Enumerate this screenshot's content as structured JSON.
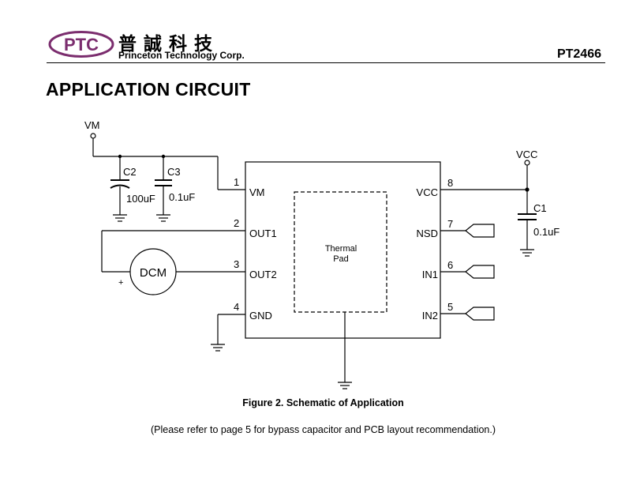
{
  "header": {
    "logo_text": "PTC",
    "company_name_cn": "普誠科技",
    "company_name_en": "Princeton Technology Corp.",
    "part_number": "PT2466"
  },
  "section_title": "APPLICATION CIRCUIT",
  "schematic": {
    "supply_vm": "VM",
    "supply_vcc": "VCC",
    "capacitors": [
      {
        "ref": "C2",
        "value": "100uF"
      },
      {
        "ref": "C3",
        "value": "0.1uF"
      },
      {
        "ref": "C1",
        "value": "0.1uF"
      }
    ],
    "motor": {
      "label": "DCM",
      "polarity": "+"
    },
    "thermal_pad": {
      "line1": "Thermal",
      "line2": "Pad"
    },
    "pins_left": [
      {
        "num": "1",
        "name": "VM"
      },
      {
        "num": "2",
        "name": "OUT1"
      },
      {
        "num": "3",
        "name": "OUT2"
      },
      {
        "num": "4",
        "name": "GND"
      }
    ],
    "pins_right": [
      {
        "num": "8",
        "name": "VCC"
      },
      {
        "num": "7",
        "name": "NSD"
      },
      {
        "num": "6",
        "name": "IN1"
      },
      {
        "num": "5",
        "name": "IN2"
      }
    ]
  },
  "caption": "Figure 2. Schematic of Application",
  "note": "(Please refer to page 5 for bypass capacitor and PCB layout recommendation.)",
  "colors": {
    "logo_accent": "#7b2d6e",
    "ink": "#000000"
  }
}
